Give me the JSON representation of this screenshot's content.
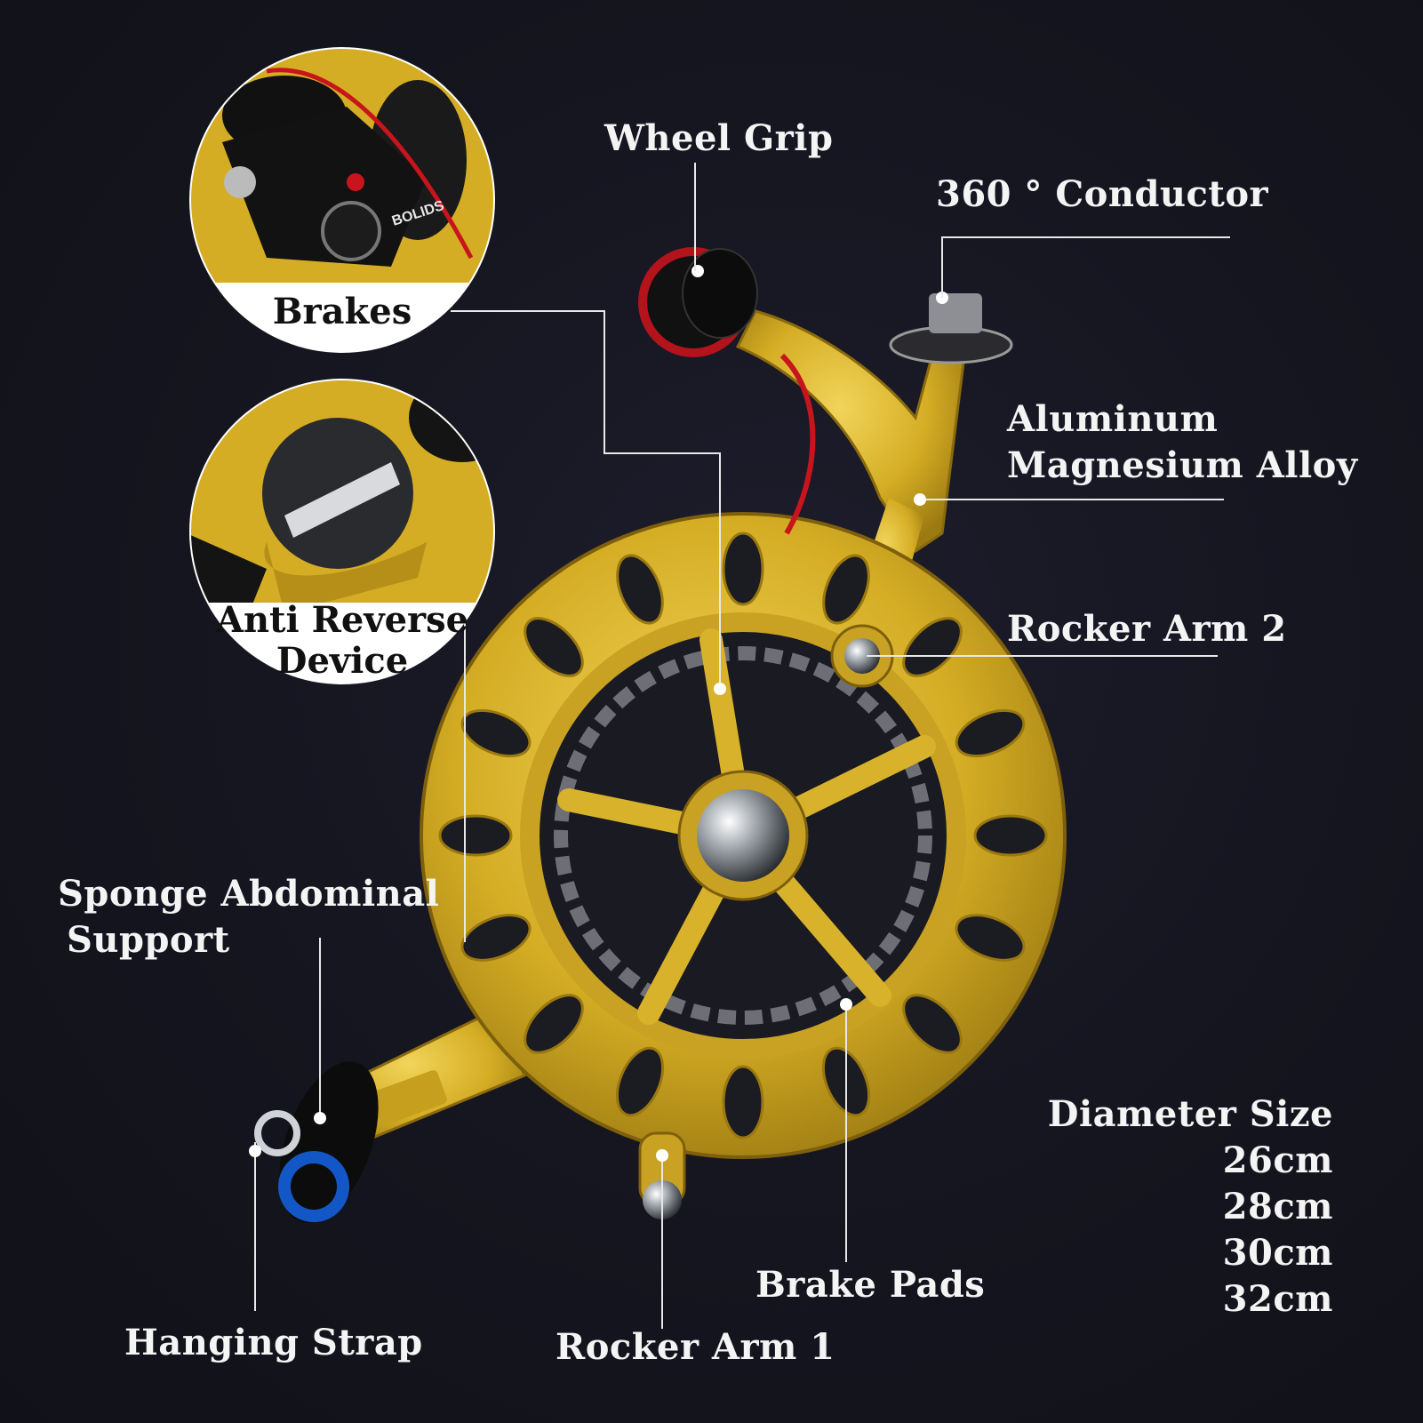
{
  "labels": {
    "wheel_grip": "Wheel Grip",
    "conductor": "360 ° Conductor",
    "alloy_line1": "Aluminum",
    "alloy_line2": "Magnesium Alloy",
    "rocker_arm_2": "Rocker Arm 2",
    "sponge_line1": "Sponge Abdominal",
    "sponge_line2": "Support",
    "hanging_strap": "Hanging Strap",
    "rocker_arm_1": "Rocker Arm 1",
    "brake_pads": "Brake Pads"
  },
  "insets": {
    "brakes": "Brakes",
    "brake_logo": "BOLIDS",
    "anti_reverse_line1": "Anti Reverse",
    "anti_reverse_line2": "Device"
  },
  "diameter": {
    "title": "Diameter Size",
    "sizes": [
      "26cm",
      "28cm",
      "30cm",
      "32cm"
    ]
  },
  "colors": {
    "background": "#14141f",
    "gold": "#d9b52a",
    "label_text": "#f4f4f4"
  }
}
